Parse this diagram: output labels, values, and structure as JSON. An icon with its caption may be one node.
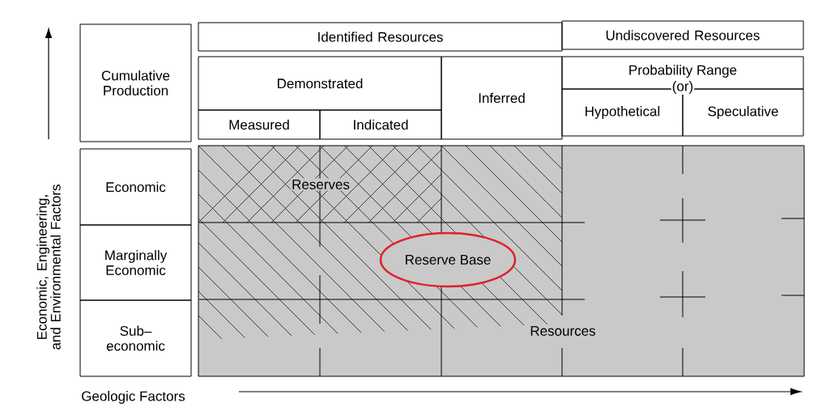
{
  "diagram": {
    "nodes": [
      {
        "text": [
          "Cumulative Production"
        ]
      },
      {
        "text": [
          "Identified Resources"
        ]
      },
      {
        "text": [
          "Undiscovered Resources"
        ]
      },
      {
        "text": [
          "Demonstrated"
        ]
      },
      {
        "text": [
          "Measured"
        ]
      },
      {
        "text": [
          "Indicated"
        ]
      },
      {
        "text": [
          "Inferred"
        ]
      },
      {
        "text": [
          "Probability Range",
          "(or)"
        ]
      },
      {
        "text": [
          "Hypothetical"
        ]
      },
      {
        "text": [
          "Speculative"
        ]
      },
      {
        "text": [
          "Economic"
        ]
      },
      {
        "text": [
          "Marginally Economic"
        ]
      },
      {
        "text": [
          "Sub– economic"
        ]
      },
      {
        "text": [
          "Reserves",
          "Resources"
        ]
      },
      {
        "text": [
          "Reserve Base"
        ],
        "in": 13
      }
    ],
    "labels": [
      "Economic, Engineering, and Environmental Factors",
      "Geologic Factors"
    ]
  }
}
